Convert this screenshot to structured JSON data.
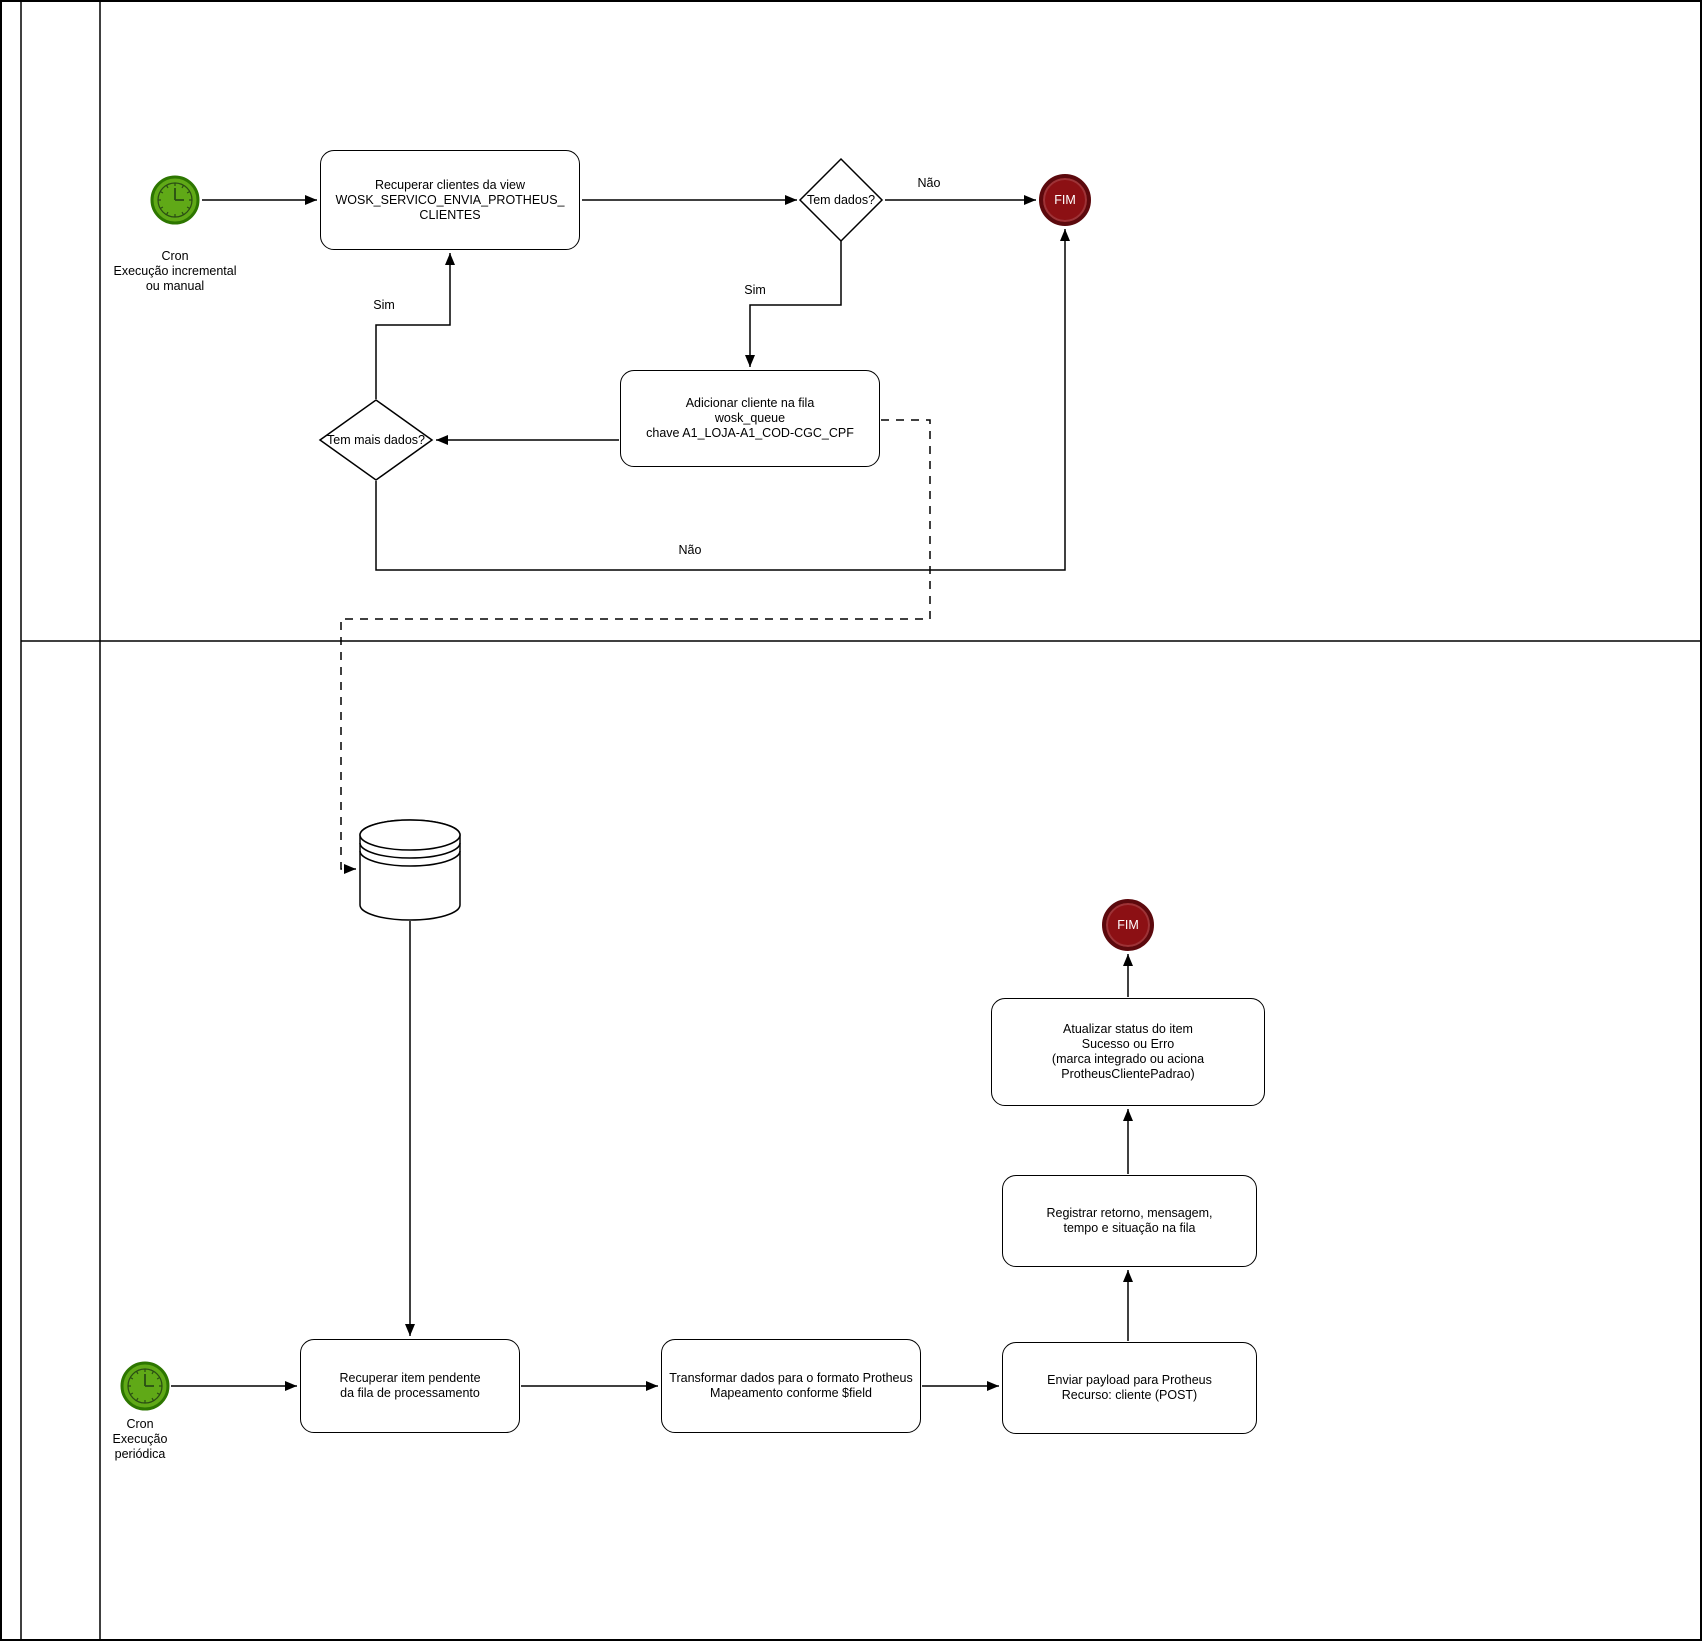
{
  "colors": {
    "line": "#000000",
    "task_fill": "#ffffff",
    "timer_fill": "#60a917",
    "timer_stroke": "#2d7600",
    "timer_glyph": "#2a4d14",
    "end_fill": "#8c1014",
    "end_stroke": "#5c090d",
    "end_text": "#ffffff"
  },
  "lane1": {
    "start_label": "Cron\nExecução incremental\nou manual",
    "task_recuperar_view": "Recuperar clientes da view\nWOSK_SERVICO_ENVIA_PROTHEUS_\nCLIENTES",
    "gateway_tem_dados": "Tem dados?",
    "label_nao_top": "Não",
    "label_sim_queue": "Sim",
    "task_adicionar_fila": "Adicionar cliente na fila\nwosk_queue\nchave A1_LOJA-A1_COD-CGC_CPF",
    "gateway_tem_mais_dados": "Tem mais dados?",
    "label_sim_loop": "Sim",
    "label_nao_bottom": "Não",
    "end_label": "FIM"
  },
  "lane2": {
    "start_label": "Cron\nExecução\nperiódica",
    "task_recuperar_item": "Recuperar item pendente\nda fila de processamento",
    "task_transformar": "Transformar dados para o formato Protheus\nMapeamento conforme $field",
    "task_enviar": "Enviar payload para Protheus\nRecurso: cliente (POST)",
    "task_registrar": "Registrar retorno, mensagem,\ntempo e situação na fila",
    "task_atualizar": "Atualizar status do item\nSucesso ou Erro\n(marca integrado ou aciona\nProtheusClientePadrao)",
    "end_label": "FIM"
  }
}
